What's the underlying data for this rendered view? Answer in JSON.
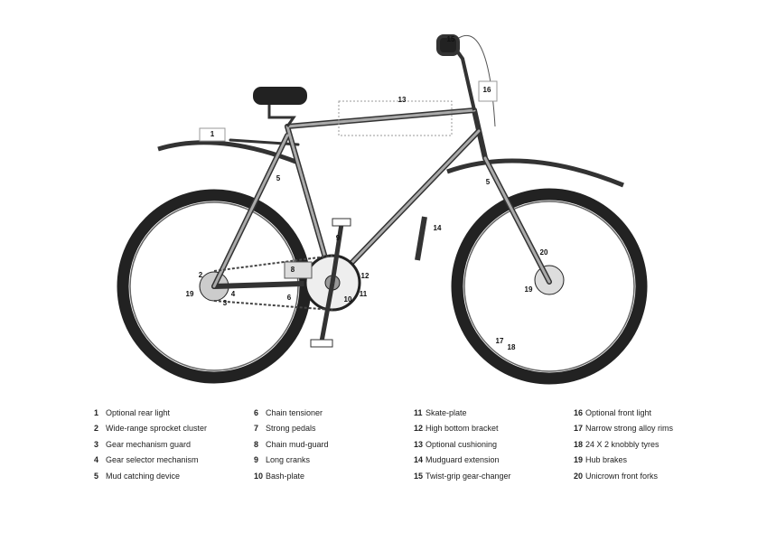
{
  "legend": [
    {
      "n": "1",
      "t": "Optional rear light"
    },
    {
      "n": "6",
      "t": "Chain tensioner"
    },
    {
      "n": "11",
      "t": "Skate-plate"
    },
    {
      "n": "16",
      "t": "Optional front light"
    },
    {
      "n": "2",
      "t": "Wide-range sprocket cluster"
    },
    {
      "n": "7",
      "t": "Strong pedals"
    },
    {
      "n": "12",
      "t": "High bottom bracket"
    },
    {
      "n": "17",
      "t": "Narrow strong alloy rims"
    },
    {
      "n": "3",
      "t": "Gear mechanism guard"
    },
    {
      "n": "8",
      "t": "Chain mud-guard"
    },
    {
      "n": "13",
      "t": "Optional cushioning"
    },
    {
      "n": "18",
      "t": "24 X 2 knobbly tyres"
    },
    {
      "n": "4",
      "t": "Gear selector mechanism"
    },
    {
      "n": "9",
      "t": "Long cranks"
    },
    {
      "n": "14",
      "t": "Mudguard extension"
    },
    {
      "n": "19",
      "t": "Hub brakes"
    },
    {
      "n": "5",
      "t": "Mud catching device"
    },
    {
      "n": "10",
      "t": "Bash-plate"
    },
    {
      "n": "15",
      "t": "Twist-grip gear-changer"
    },
    {
      "n": "20",
      "t": "Unicrown front forks"
    }
  ],
  "callouts": [
    "1",
    "2",
    "3",
    "4",
    "5",
    "5",
    "6",
    "8",
    "9",
    "10",
    "11",
    "12",
    "13",
    "14",
    "15",
    "16",
    "17",
    "18",
    "19",
    "19",
    "20"
  ]
}
